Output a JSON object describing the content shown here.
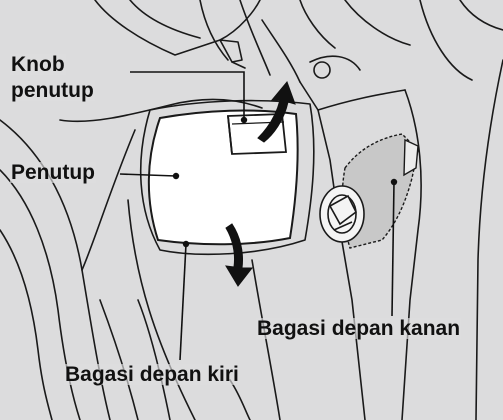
{
  "labels": {
    "knob_line1": "Knob",
    "knob_line2": "penutup",
    "cover": "Penutup",
    "right_trunk": "Bagasi depan kanan",
    "left_trunk": "Bagasi depan kiri"
  },
  "colors": {
    "background": "#dcdcdd",
    "line": "#1a1a1a",
    "cover_fill": "#ffffff",
    "right_trunk_fill": "#c8c8c8"
  }
}
